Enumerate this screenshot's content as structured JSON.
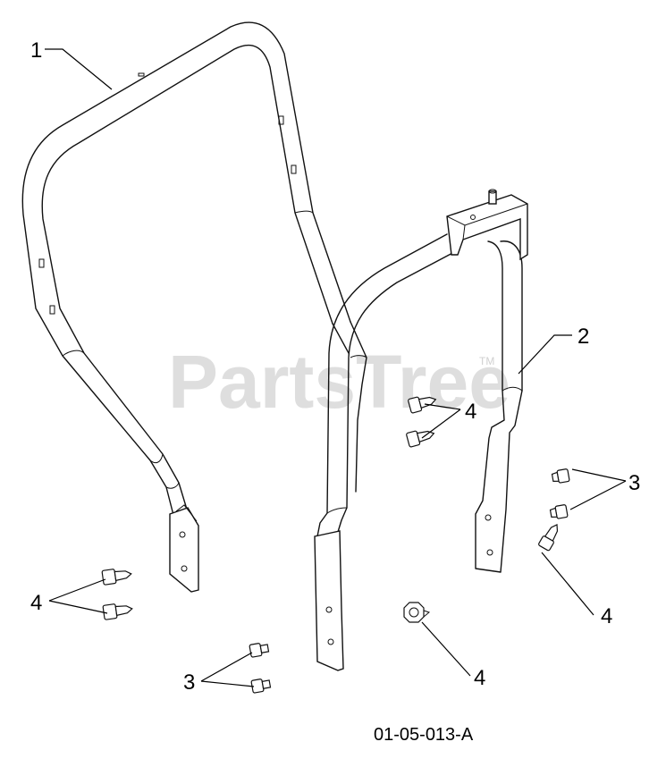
{
  "watermark": {
    "text": "PartsTree",
    "trademark": "TM"
  },
  "figure_id": "01-05-013-A",
  "callouts": [
    {
      "label": "1",
      "part": "roll-bar-upper"
    },
    {
      "label": "2",
      "part": "roll-bar-lower"
    },
    {
      "label": "4",
      "part": "bolt-pair-center"
    },
    {
      "label": "3",
      "part": "bolt-pair-right"
    },
    {
      "label": "4",
      "part": "bolt-pair-left"
    },
    {
      "label": "4",
      "part": "single-bolt-right"
    },
    {
      "label": "3",
      "part": "bolt-pair-bottom"
    },
    {
      "label": "4",
      "part": "single-nut-center"
    }
  ]
}
